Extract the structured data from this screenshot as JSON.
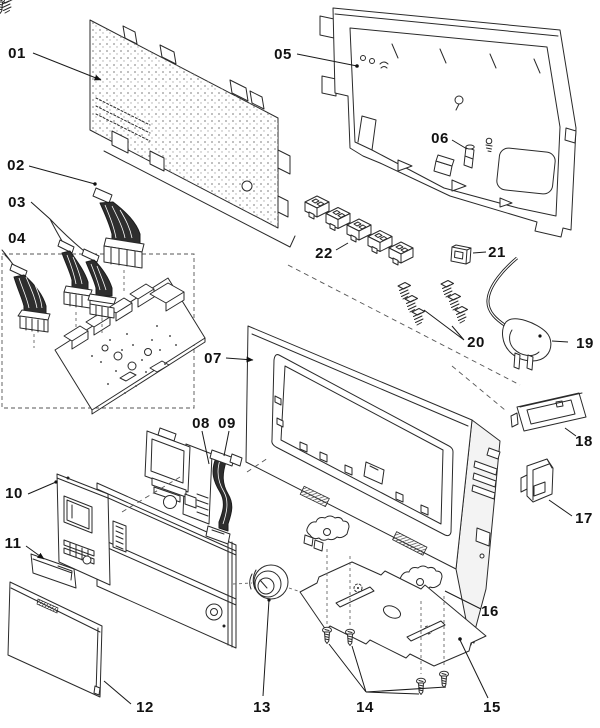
{
  "diagram": {
    "type": "exploded-parts-diagram",
    "colors": {
      "background": "#ffffff",
      "line": "#2a2a2a",
      "label": "#111111",
      "ribbon_cable": "#2e2e2e",
      "shade": "#f3f3f3"
    },
    "parts": [
      {
        "label": "01",
        "name": "main-control-pcb"
      },
      {
        "label": "02",
        "name": "ribbon-cable-large"
      },
      {
        "label": "03",
        "name": "ribbon-cable-pair"
      },
      {
        "label": "04",
        "name": "ribbon-cable-left"
      },
      {
        "label": "05",
        "name": "rear-housing-panel"
      },
      {
        "label": "06",
        "name": "pin-and-screw"
      },
      {
        "label": "07",
        "name": "control-panel-frame"
      },
      {
        "label": "08",
        "name": "display-module"
      },
      {
        "label": "09",
        "name": "flex-ribbon-cable"
      },
      {
        "label": "10",
        "name": "front-fascia-panel"
      },
      {
        "label": "11",
        "name": "trim-strip"
      },
      {
        "label": "12",
        "name": "door-panel"
      },
      {
        "label": "13",
        "name": "rotary-knob"
      },
      {
        "label": "14",
        "name": "mounting-screws"
      },
      {
        "label": "15",
        "name": "mounting-plate"
      },
      {
        "label": "16",
        "name": "retaining-brackets"
      },
      {
        "label": "17",
        "name": "corner-bracket"
      },
      {
        "label": "18",
        "name": "latch-bracket"
      },
      {
        "label": "19",
        "name": "power-cord-plug"
      },
      {
        "label": "20",
        "name": "expansion-rivets"
      },
      {
        "label": "21",
        "name": "square-clip"
      },
      {
        "label": "22",
        "name": "connector-blocks"
      }
    ]
  }
}
